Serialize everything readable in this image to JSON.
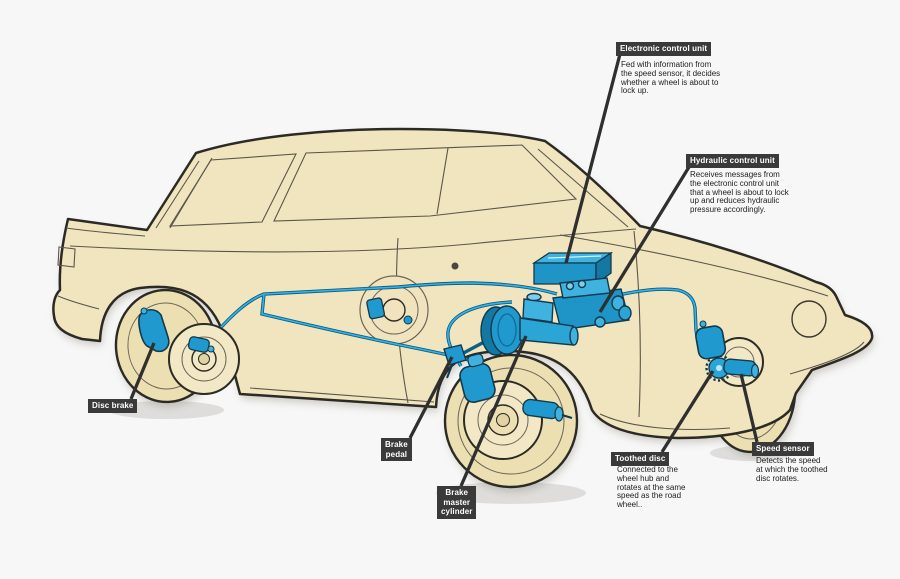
{
  "diagram": {
    "subject": "car anti-lock braking system cutaway",
    "colors": {
      "background": "#f7f7f7",
      "car_body": "#f1e5bf",
      "tire": "#ecdfb2",
      "component_blue": "#209ace",
      "brake_line_blue": "#36b3e4",
      "outline": "#2b2a24",
      "label_background": "#3a3a3a",
      "label_text": "#ffffff",
      "leader_line": "#2f2f2f"
    }
  },
  "labels": {
    "electronic_control_unit": {
      "title": "Electronic control unit",
      "description": "Fed with information from the speed sensor, it decides whether a wheel is about to lock up."
    },
    "hydraulic_control_unit": {
      "title": "Hydraulic control unit",
      "description": "Receives messages from the electronic control unit that a wheel is about to lock up and reduces hydraulic pressure accordingly."
    },
    "disc_brake": {
      "title": "Disc brake"
    },
    "brake_pedal": {
      "title": "Brake\npedal"
    },
    "brake_master_cylinder": {
      "title": "Brake\nmaster\ncylinder"
    },
    "toothed_disc": {
      "title": "Toothed disc",
      "description": "Connected to the wheel hub and rotates at the same speed as the road wheel.."
    },
    "speed_sensor": {
      "title": "Speed sensor",
      "description": "Detects the speed at which the toothed disc rotates."
    }
  }
}
